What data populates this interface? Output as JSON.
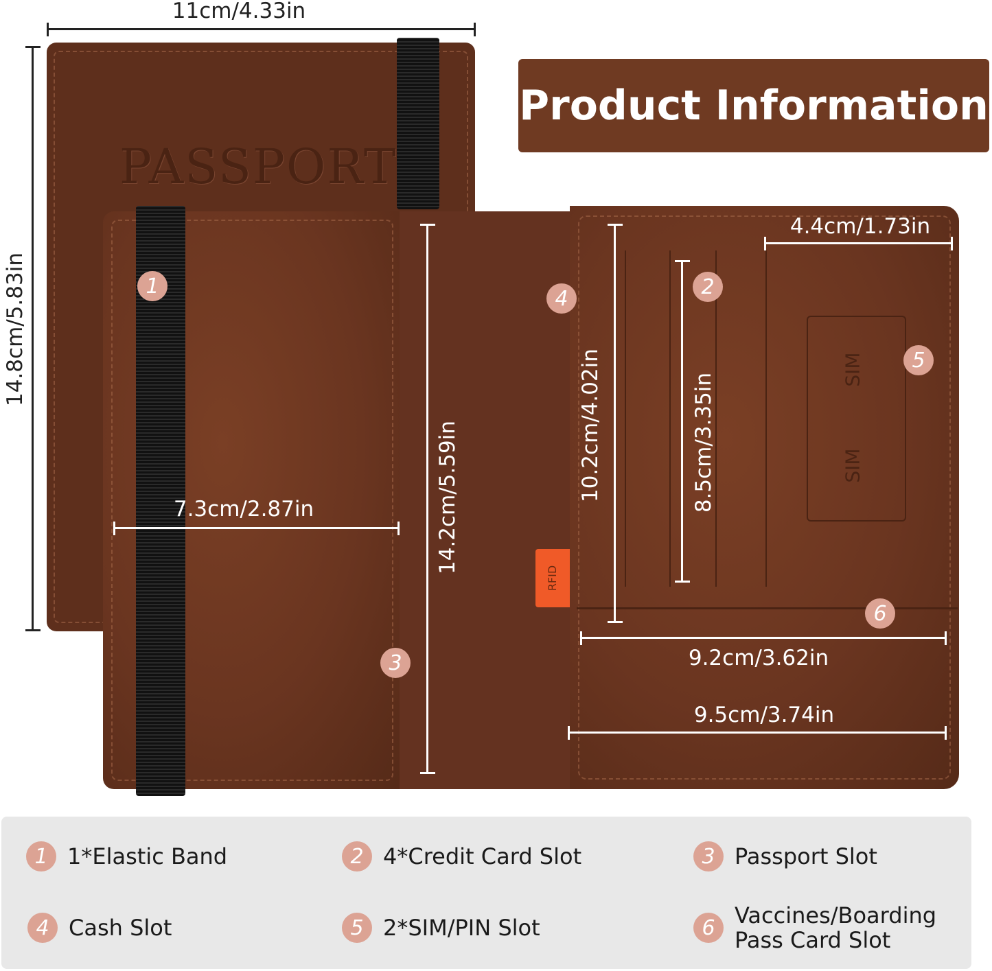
{
  "title": "Product Information",
  "colors": {
    "leather": "#6a3520",
    "title_bg": "#6f3a22",
    "badge": "#dca394",
    "rfid_tag": "#f05a28",
    "legend_bg": "#e8e8e8"
  },
  "cover": {
    "emboss_text": "PASSPORT",
    "rfid_label": "RFID",
    "sim_label": "SIM"
  },
  "dimensions": {
    "width_total": "11cm/4.33in",
    "height_total": "14.8cm/5.83in",
    "passport_slot_width": "7.3cm/2.87in",
    "inner_height": "14.2cm/5.59in",
    "cash_slot_height": "10.2cm/4.02in",
    "card_slot_height": "8.5cm/3.35in",
    "sim_section_width": "4.4cm/1.73in",
    "card_panel_width": "9.2cm/3.62in",
    "pocket_width": "9.5cm/3.74in"
  },
  "markers": [
    "1",
    "2",
    "3",
    "4",
    "5",
    "6"
  ],
  "legend": [
    {
      "num": "1",
      "label": "1*Elastic Band"
    },
    {
      "num": "2",
      "label": "4*Credit Card Slot"
    },
    {
      "num": "3",
      "label": "Passport Slot"
    },
    {
      "num": "4",
      "label": "Cash Slot"
    },
    {
      "num": "5",
      "label": "2*SIM/PIN Slot"
    },
    {
      "num": "6",
      "label": "Vaccines/Boarding Pass Card Slot",
      "line1": "Vaccines/Boarding",
      "line2": "Pass Card Slot"
    }
  ]
}
